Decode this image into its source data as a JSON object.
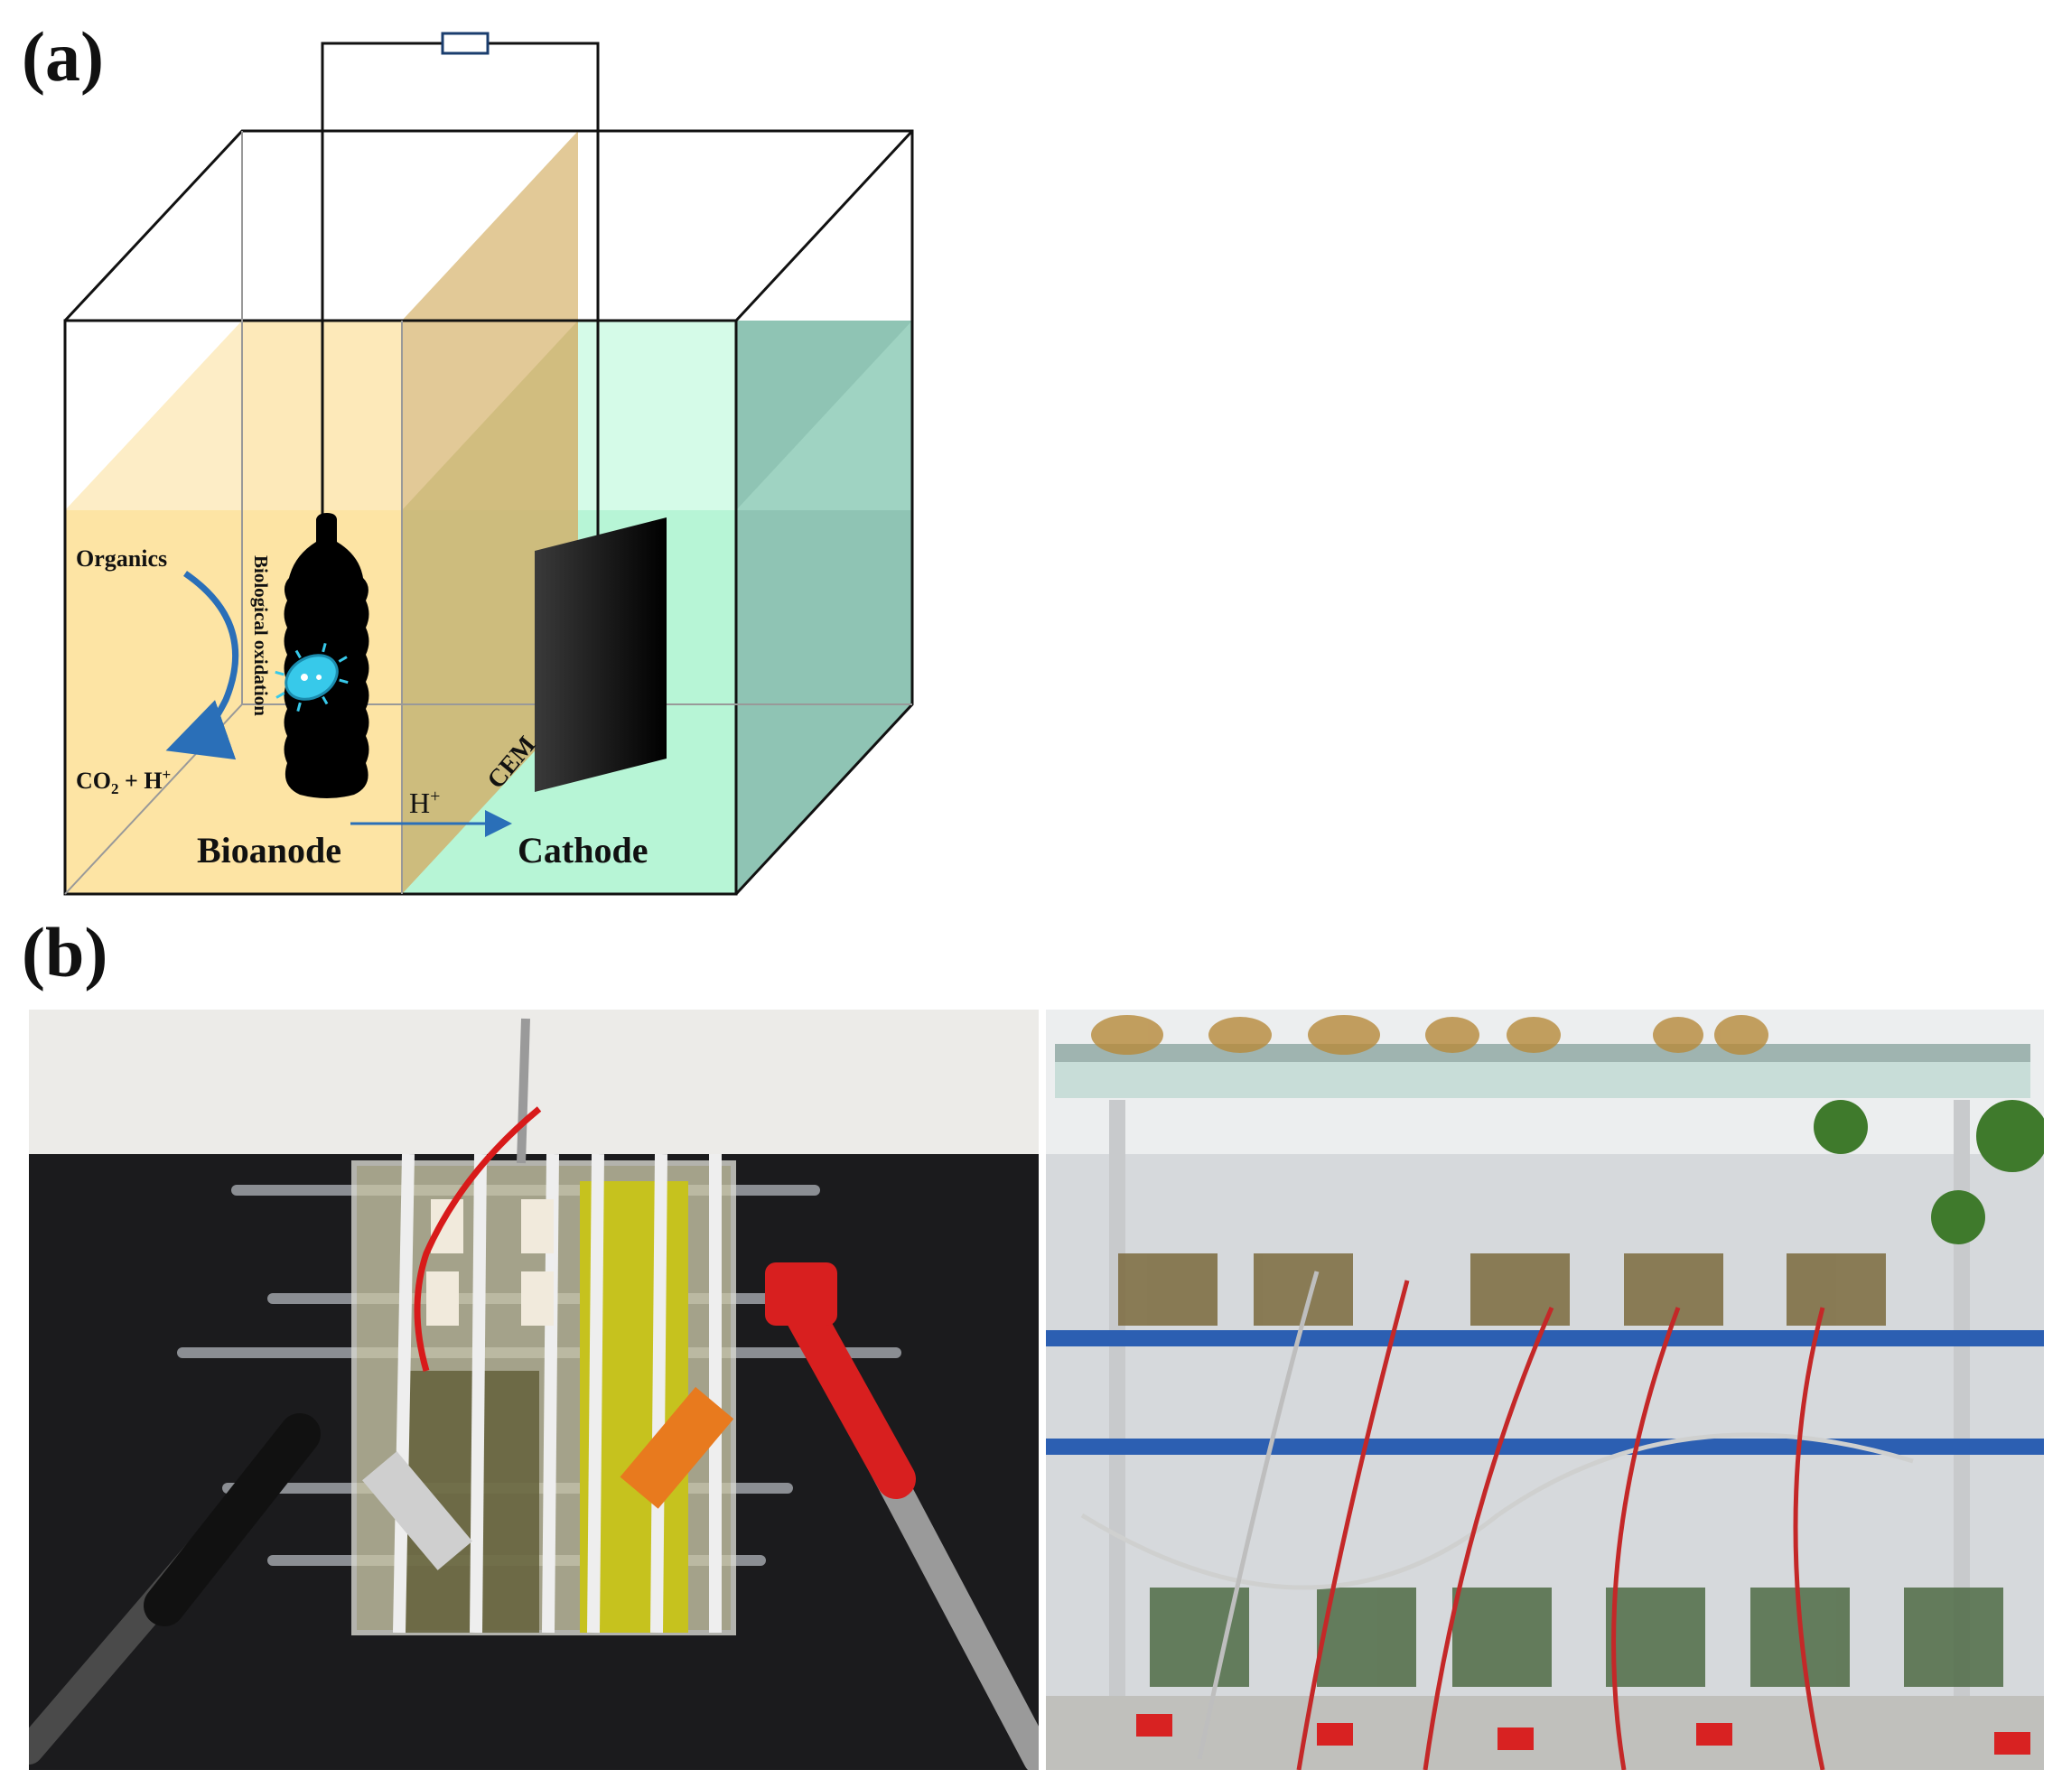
{
  "figure": {
    "panel_a_label": "(a)",
    "panel_b_label": "(b)"
  },
  "diagram": {
    "labels": {
      "organics": "Organics",
      "biological_oxidation": "Biological oxidation",
      "co2_h": "CO",
      "co2_sub": "2",
      "co2_rest": " + H",
      "co2_sup": "+",
      "proton": "H",
      "proton_sup": "+",
      "cem": "CEM",
      "bioanode": "Bioanode",
      "cathode": "Cathode"
    },
    "colors": {
      "anode_solution": "#fde4a4",
      "cathode_solution": "#b7f5d6",
      "cathode_side": "#8fc4b4",
      "membrane": "#d8b774",
      "arrow": "#2a6fb8",
      "electrode": "#000000",
      "bacterium": "#37c9ea"
    }
  },
  "photos": {
    "left": {
      "subject": "single-cell microbial fuel cell with multimeter probes"
    },
    "right": {
      "subject": "array of microbial fuel cell reactors on laboratory shelf"
    }
  }
}
